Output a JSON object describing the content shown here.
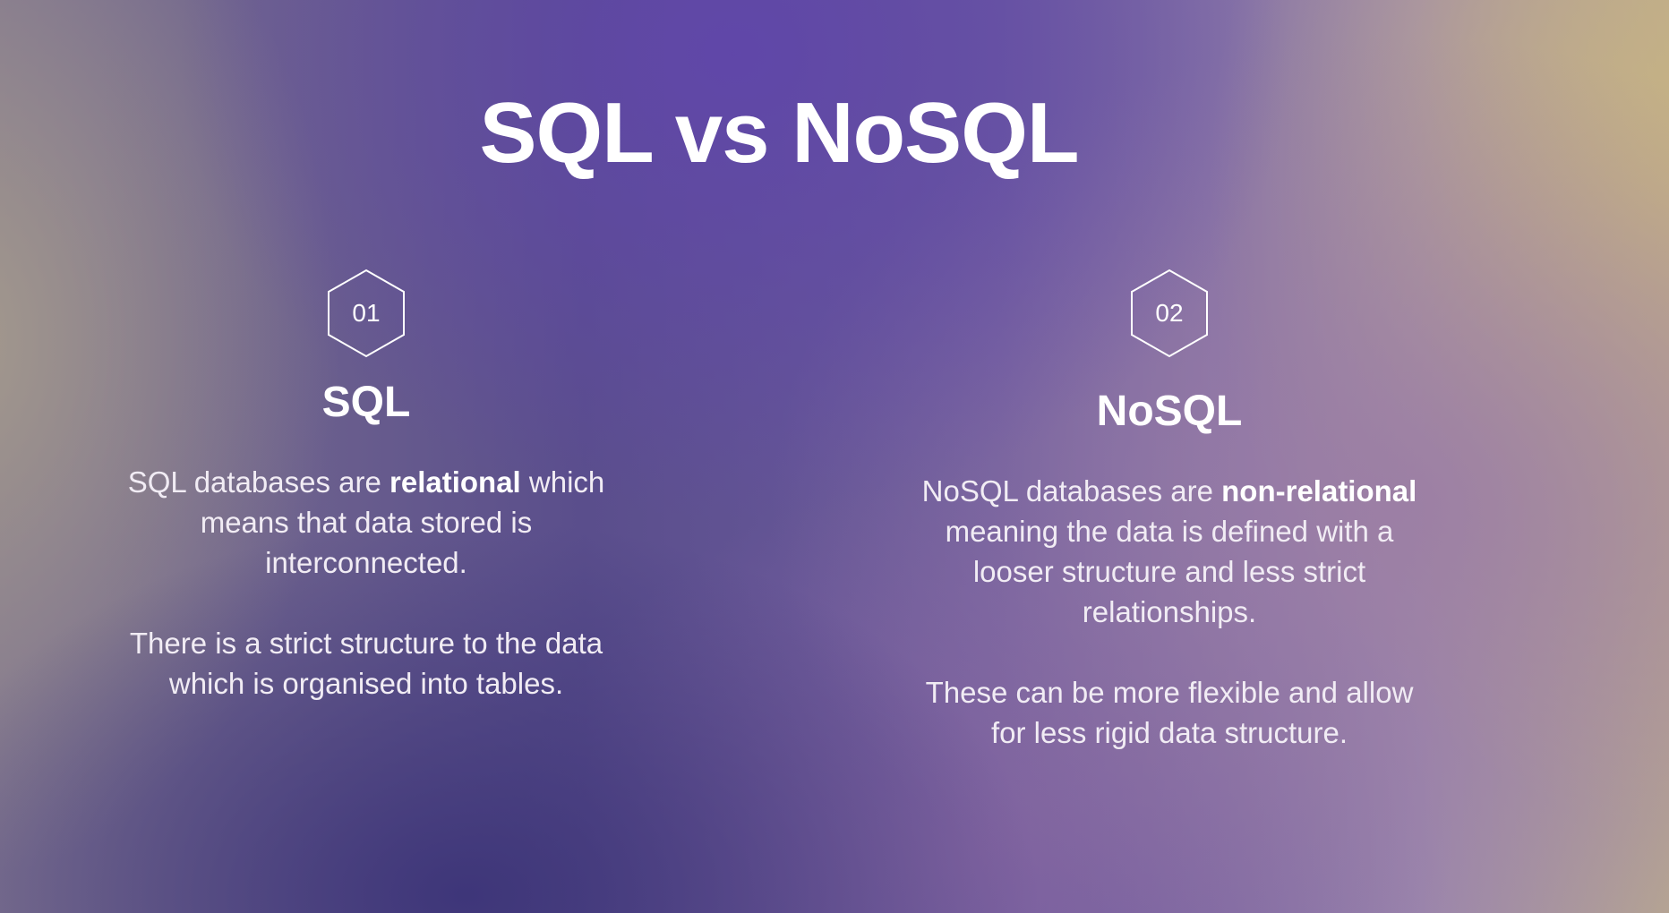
{
  "title": "SQL vs NoSQL",
  "sections": [
    {
      "number": "01",
      "heading": "SQL",
      "para1": {
        "before": "SQL databases are ",
        "bold": "relational",
        "after": " which means that data stored is interconnected."
      },
      "para2": "There is a strict structure to the data which is organised into tables."
    },
    {
      "number": "02",
      "heading": "NoSQL",
      "para1": {
        "before": "NoSQL databases are ",
        "bold": "non-relational",
        "after": " meaning the data is defined with a looser structure and less strict relationships."
      },
      "para2": "These can be more flexible and allow for less rigid data structure."
    }
  ],
  "colors": {
    "text": "#ffffff",
    "hex_outline": "#ffffff"
  },
  "icons": [
    "hexagon-icon"
  ]
}
